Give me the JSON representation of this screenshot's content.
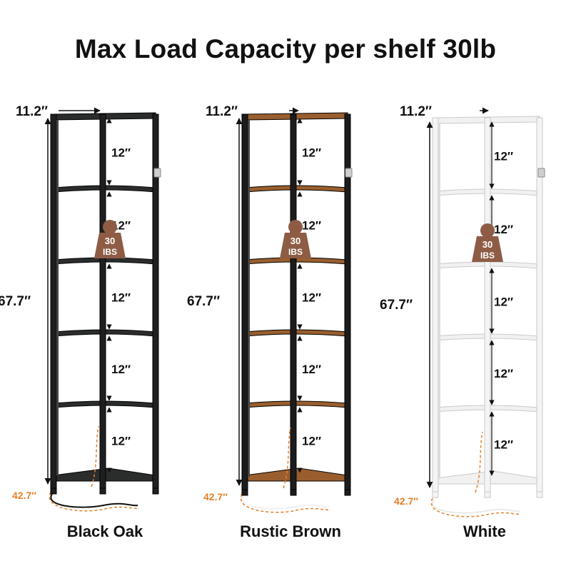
{
  "title": "Max Load Capacity per shelf 30lb",
  "dimensions": {
    "width": "11.2″",
    "height": "67.7″",
    "cable": "42.7″",
    "shelf_gap": "12″"
  },
  "weight_badge": {
    "number": "30",
    "unit": "IBS"
  },
  "shelves": [
    {
      "caption": "Black Oak",
      "frame_color": "#1f1f1f",
      "shelf_color": "#2b2d2d"
    },
    {
      "caption": "Rustic Brown",
      "frame_color": "#1c1c1c",
      "shelf_color": "#9a5e2e"
    },
    {
      "caption": "White",
      "frame_color": "#f4f4f4",
      "shelf_color": "#f1f1f1"
    }
  ],
  "colors": {
    "dimension_orange": "#e4802a",
    "weight_badge": "#8e5c45"
  }
}
